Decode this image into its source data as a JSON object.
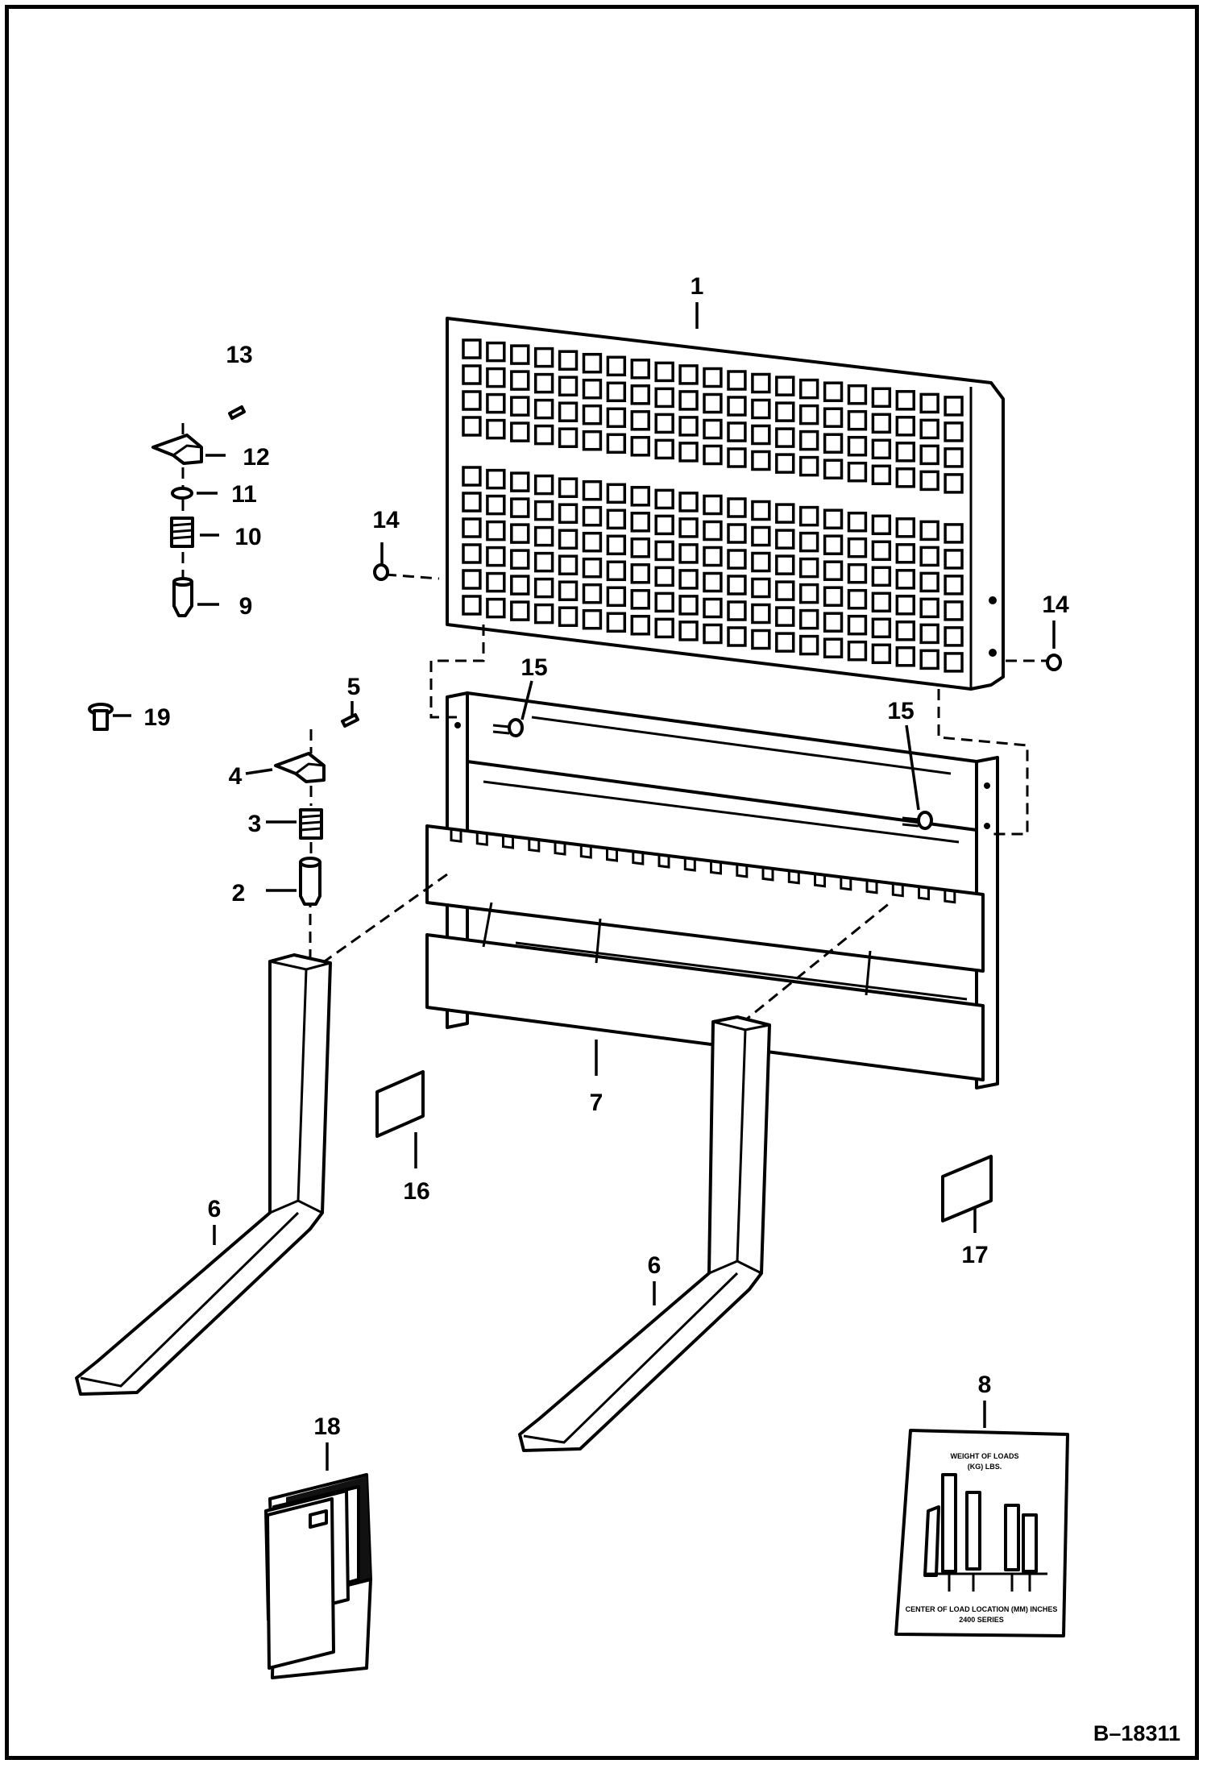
{
  "callouts": [
    {
      "id": "c1",
      "text": "1"
    },
    {
      "id": "c2",
      "text": "2"
    },
    {
      "id": "c3",
      "text": "3"
    },
    {
      "id": "c4",
      "text": "4"
    },
    {
      "id": "c5",
      "text": "5"
    },
    {
      "id": "c6a",
      "text": "6"
    },
    {
      "id": "c6b",
      "text": "6"
    },
    {
      "id": "c7",
      "text": "7"
    },
    {
      "id": "c8",
      "text": "8"
    },
    {
      "id": "c9",
      "text": "9"
    },
    {
      "id": "c10",
      "text": "10"
    },
    {
      "id": "c11",
      "text": "11"
    },
    {
      "id": "c12",
      "text": "12"
    },
    {
      "id": "c13",
      "text": "13"
    },
    {
      "id": "c14a",
      "text": "14"
    },
    {
      "id": "c14b",
      "text": "14"
    },
    {
      "id": "c15a",
      "text": "15"
    },
    {
      "id": "c15b",
      "text": "15"
    },
    {
      "id": "c16",
      "text": "16"
    },
    {
      "id": "c17",
      "text": "17"
    },
    {
      "id": "c18",
      "text": "18"
    },
    {
      "id": "c19",
      "text": "19"
    }
  ],
  "decal8": {
    "heading": "WEIGHT OF LOADS",
    "heading_unit": "(KG) LBS.",
    "footer": "CENTER OF LOAD LOCATION (MM) INCHES",
    "series": "2400 SERIES"
  },
  "document_id": "B–18311"
}
